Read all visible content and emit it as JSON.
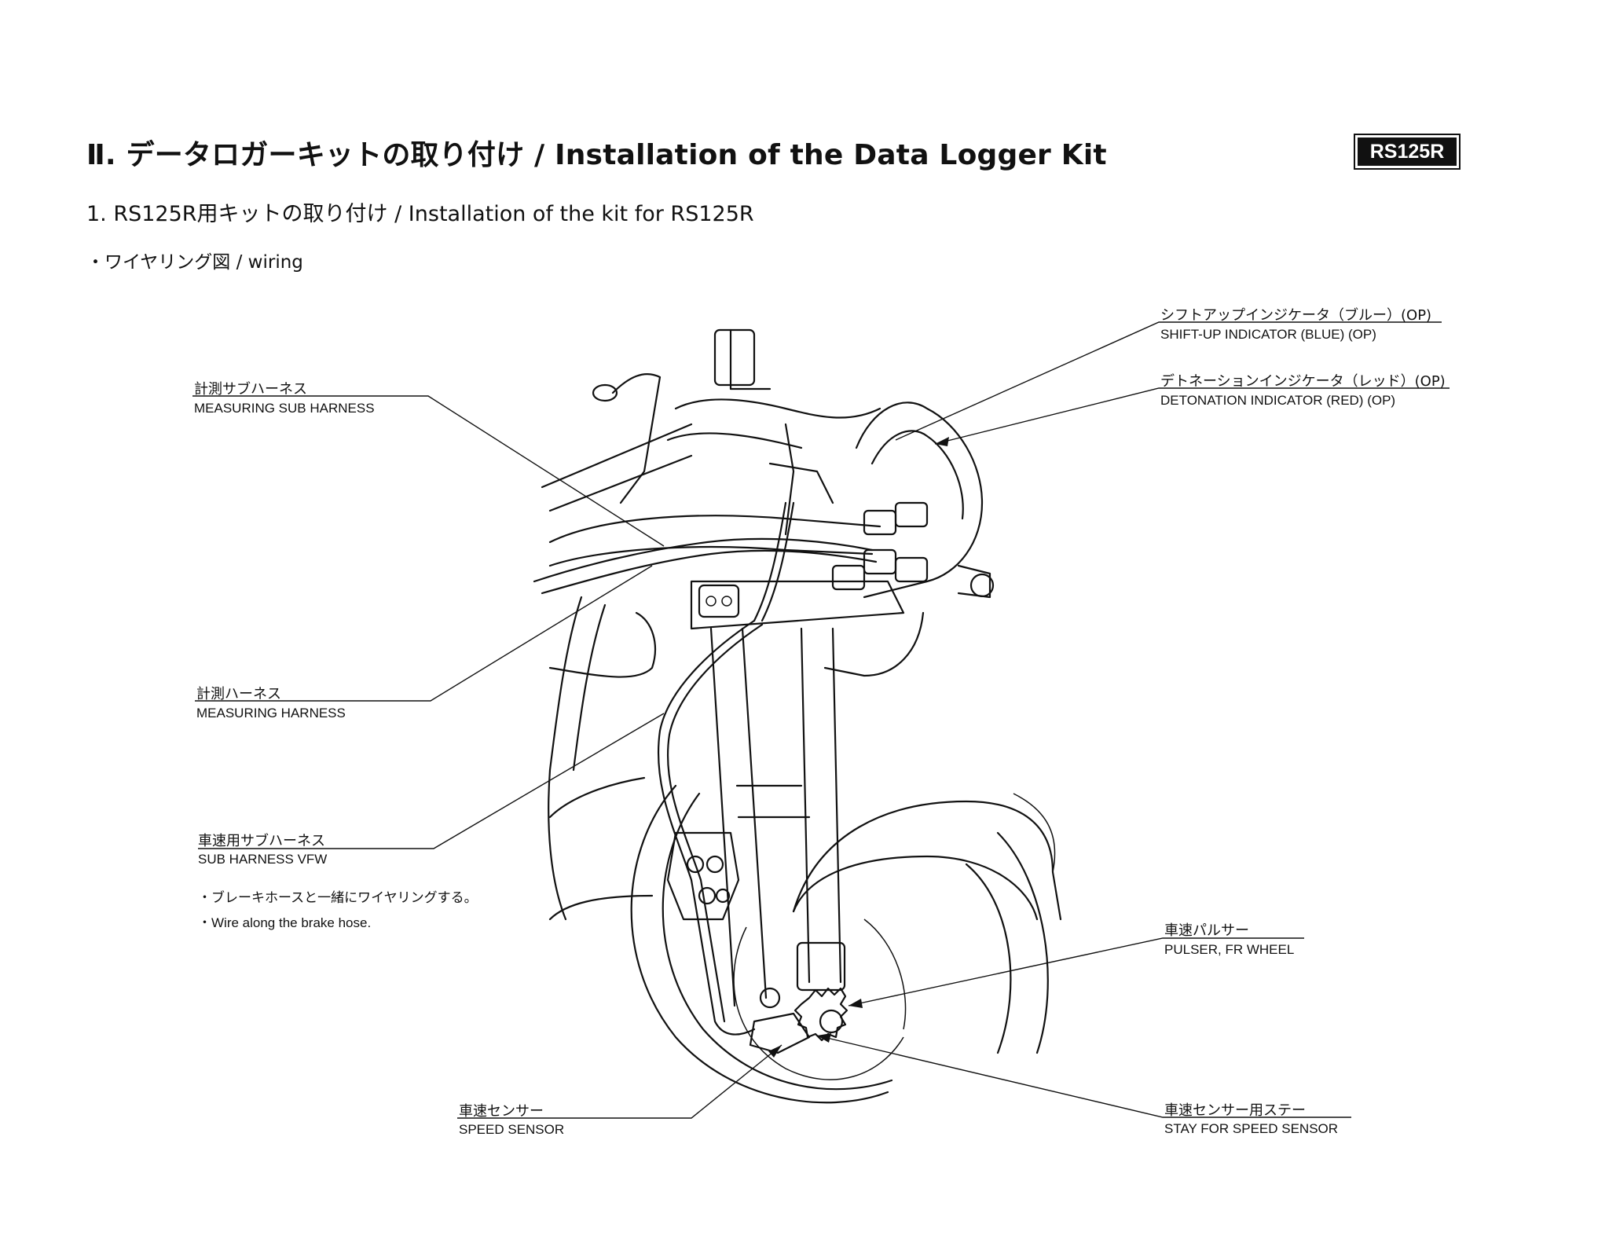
{
  "header": {
    "title": "Ⅱ. データロガーキットの取り付け / Installation of the Data Logger Kit",
    "badge": "RS125R",
    "subtitle": "1. RS125R用キットの取り付け / Installation of the kit for RS125R",
    "bullet": "・ワイヤリング図 / wiring"
  },
  "labels": {
    "measuring_sub_harness": {
      "jp": "計測サブハーネス",
      "en": "MEASURING SUB HARNESS"
    },
    "measuring_harness": {
      "jp": "計測ハーネス",
      "en": "MEASURING HARNESS"
    },
    "sub_harness_vfw": {
      "jp": "車速用サブハーネス",
      "en": "SUB HARNESS VFW"
    },
    "shift_up_indicator": {
      "jp": "シフトアップインジケータ（ブルー）(OP)",
      "en": "SHIFT-UP INDICATOR (BLUE) (OP)"
    },
    "detonation_indicator": {
      "jp": "デトネーションインジケータ（レッド）(OP)",
      "en": "DETONATION INDICATOR (RED) (OP)"
    },
    "pulser_fr_wheel": {
      "jp": "車速パルサー",
      "en": "PULSER, FR WHEEL"
    },
    "speed_sensor": {
      "jp": "車速センサー",
      "en": "SPEED SENSOR"
    },
    "stay_for_speed_sensor": {
      "jp": "車速センサー用ステー",
      "en": "STAY FOR SPEED SENSOR"
    }
  },
  "notes": {
    "jp": "・ブレーキホースと一緒にワイヤリングする。",
    "en": "・Wire along the brake hose."
  }
}
